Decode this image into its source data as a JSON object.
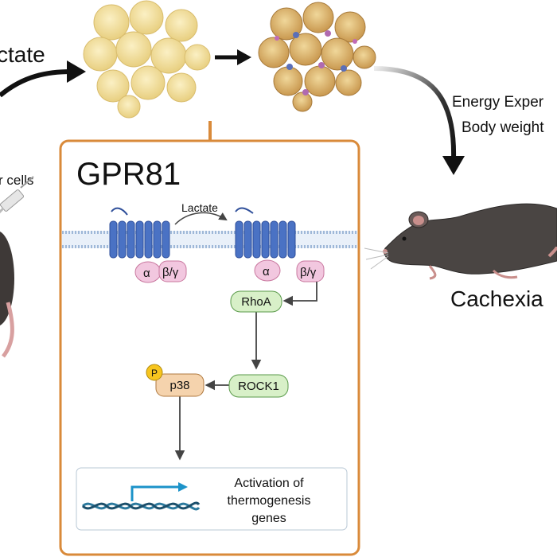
{
  "labels": {
    "lactate_top": "ctate",
    "cells_partial": "r cells",
    "energy": "Energy Exper",
    "body_weight": "Body weight",
    "cachexia": "Cachexia",
    "gpr81": "GPR81",
    "lactate_inner": "Lactate",
    "alpha1": "α",
    "beta1": "β/γ",
    "alpha2": "α",
    "beta2": "β/γ",
    "rhoa": "RhoA",
    "rock1": "ROCK1",
    "p38": "p38",
    "phospho": "P",
    "activation_l1": "Activation of",
    "activation_l2": "thermogenesis",
    "activation_l3": "genes"
  },
  "colors": {
    "frame_orange": "#d98a3a",
    "receptor_blue": "#4a72c4",
    "membrane": "#9fb8d8",
    "gprotein_pink": "#f2c7df",
    "rhoa_green": "#d8f0c8",
    "p38_tan": "#f5d3ad",
    "phospho_yellow": "#f7c51e",
    "dna_blue": "#2c7a9e",
    "promoter_arrow": "#1c93c9",
    "mouse_dark": "#4a4543",
    "fat_beige": "#f3e2a6",
    "fat_brown": "#d9b06a"
  }
}
